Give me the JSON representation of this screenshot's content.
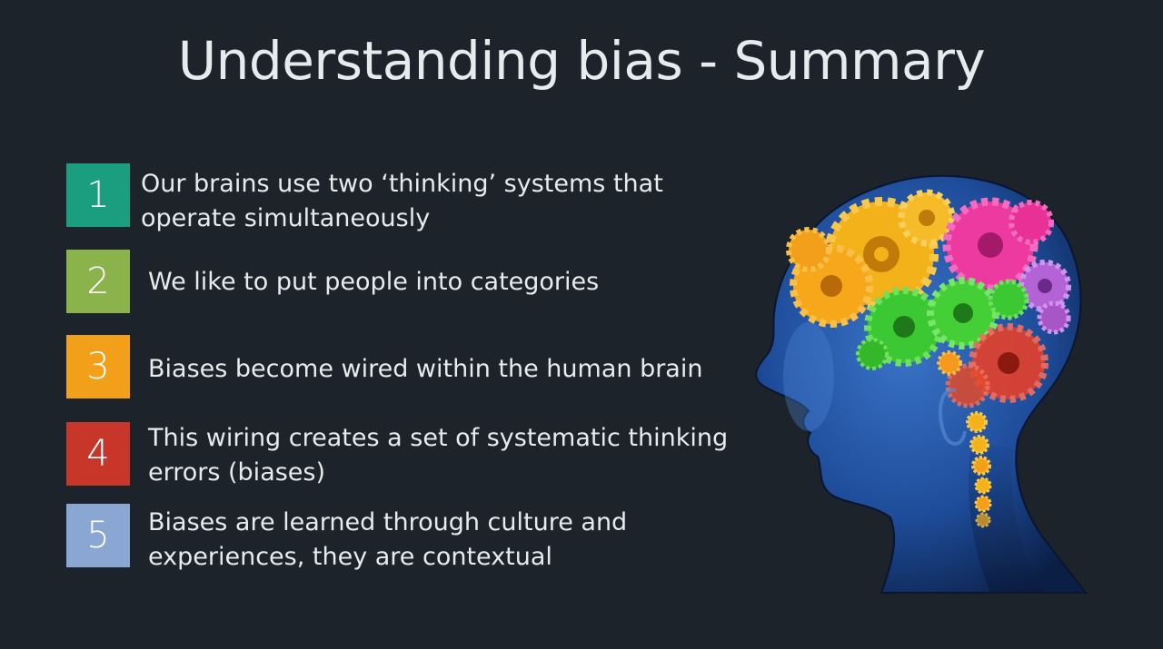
{
  "slide": {
    "title": "Understanding bias - Summary"
  },
  "items": [
    {
      "number": "1",
      "color": "#1a9e7f",
      "lines": [
        "Our brains use two ‘thinking’ systems that",
        "operate simultaneously"
      ]
    },
    {
      "number": "2",
      "color": "#8bb34c",
      "lines": [
        "We like to put people into categories"
      ]
    },
    {
      "number": "3",
      "color": "#f2a019",
      "lines": [
        "Biases become wired within the human brain"
      ]
    },
    {
      "number": "4",
      "color": "#c8362a",
      "lines": [
        "This wiring creates a set of systematic thinking",
        "errors (biases)"
      ]
    },
    {
      "number": "5",
      "color": "#8aa6d2",
      "lines": [
        "Biases are learned through culture and",
        "experiences, they are contextual"
      ]
    }
  ],
  "illustration": {
    "icon": "head-with-gears-icon",
    "head_color": "#1e4c9a",
    "gear_colors": [
      "#f4b21a",
      "#ec3aa0",
      "#3cc832",
      "#e5402a",
      "#b463d6",
      "#f39a1e"
    ]
  }
}
